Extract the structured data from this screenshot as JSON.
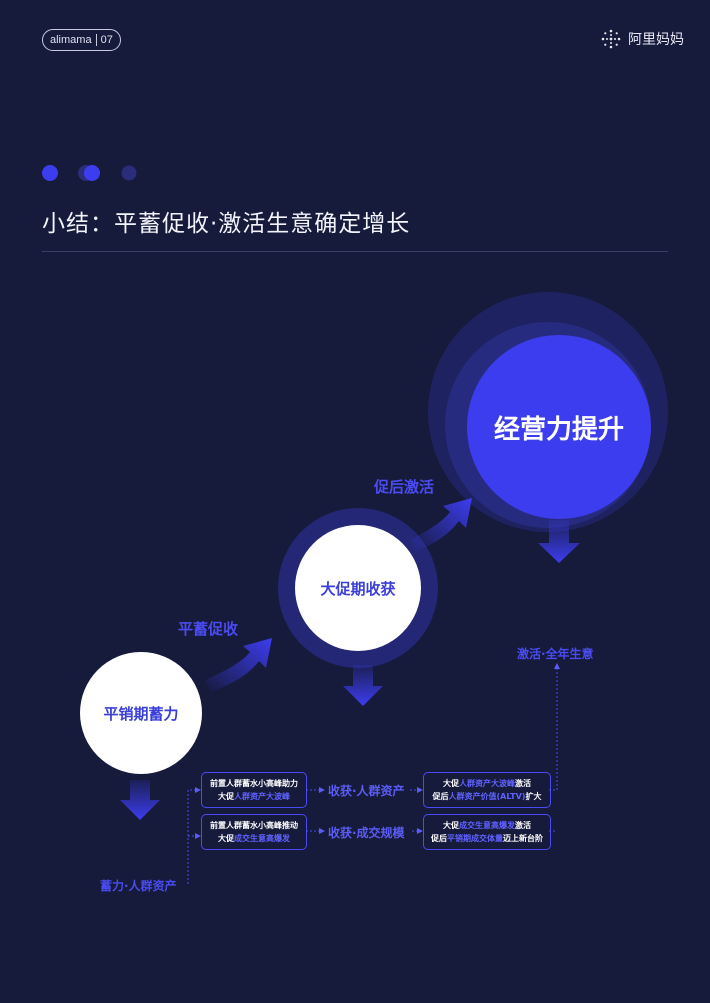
{
  "header": {
    "brand_name": "alimama",
    "page_number": "07",
    "logo_text": "阿里妈妈"
  },
  "title": "小结：平蓄促收·激活生意确定增长",
  "stages": {
    "stage1": "平销期蓄力",
    "stage2": "大促期收获",
    "stage3": "经营力提升"
  },
  "transitions": {
    "t1": "平蓄促收",
    "t2": "促后激活"
  },
  "flow": {
    "left_label": "蓄力·人群资产",
    "box1": {
      "l1": "前置人群蓄水小高峰助力",
      "l2a": "大促",
      "l2b": "人群资产大波峰"
    },
    "box2": {
      "l1": "前置人群蓄水小高峰推动",
      "l2a": "大促",
      "l2b": "成交生意高爆发"
    },
    "mid1": "收获·人群资产",
    "mid2": "收获·成交规模",
    "box3": {
      "l1a": "大促",
      "l1b": "人群资产大波峰",
      "l1c": "激活",
      "l2a": "促后",
      "l2b": "人群资产价值(ALTV)",
      "l2c": "扩大"
    },
    "box4": {
      "l1a": "大促",
      "l1b": "成交生意高爆发",
      "l1c": "激活",
      "l2a": "促后",
      "l2b": "平销期成交体量",
      "l2c": "迈上新台阶"
    },
    "right_label": "激活·全年生意"
  },
  "colors": {
    "background": "#161a3b",
    "accent": "#3d3df0",
    "accent_text": "#4a4cf2"
  }
}
